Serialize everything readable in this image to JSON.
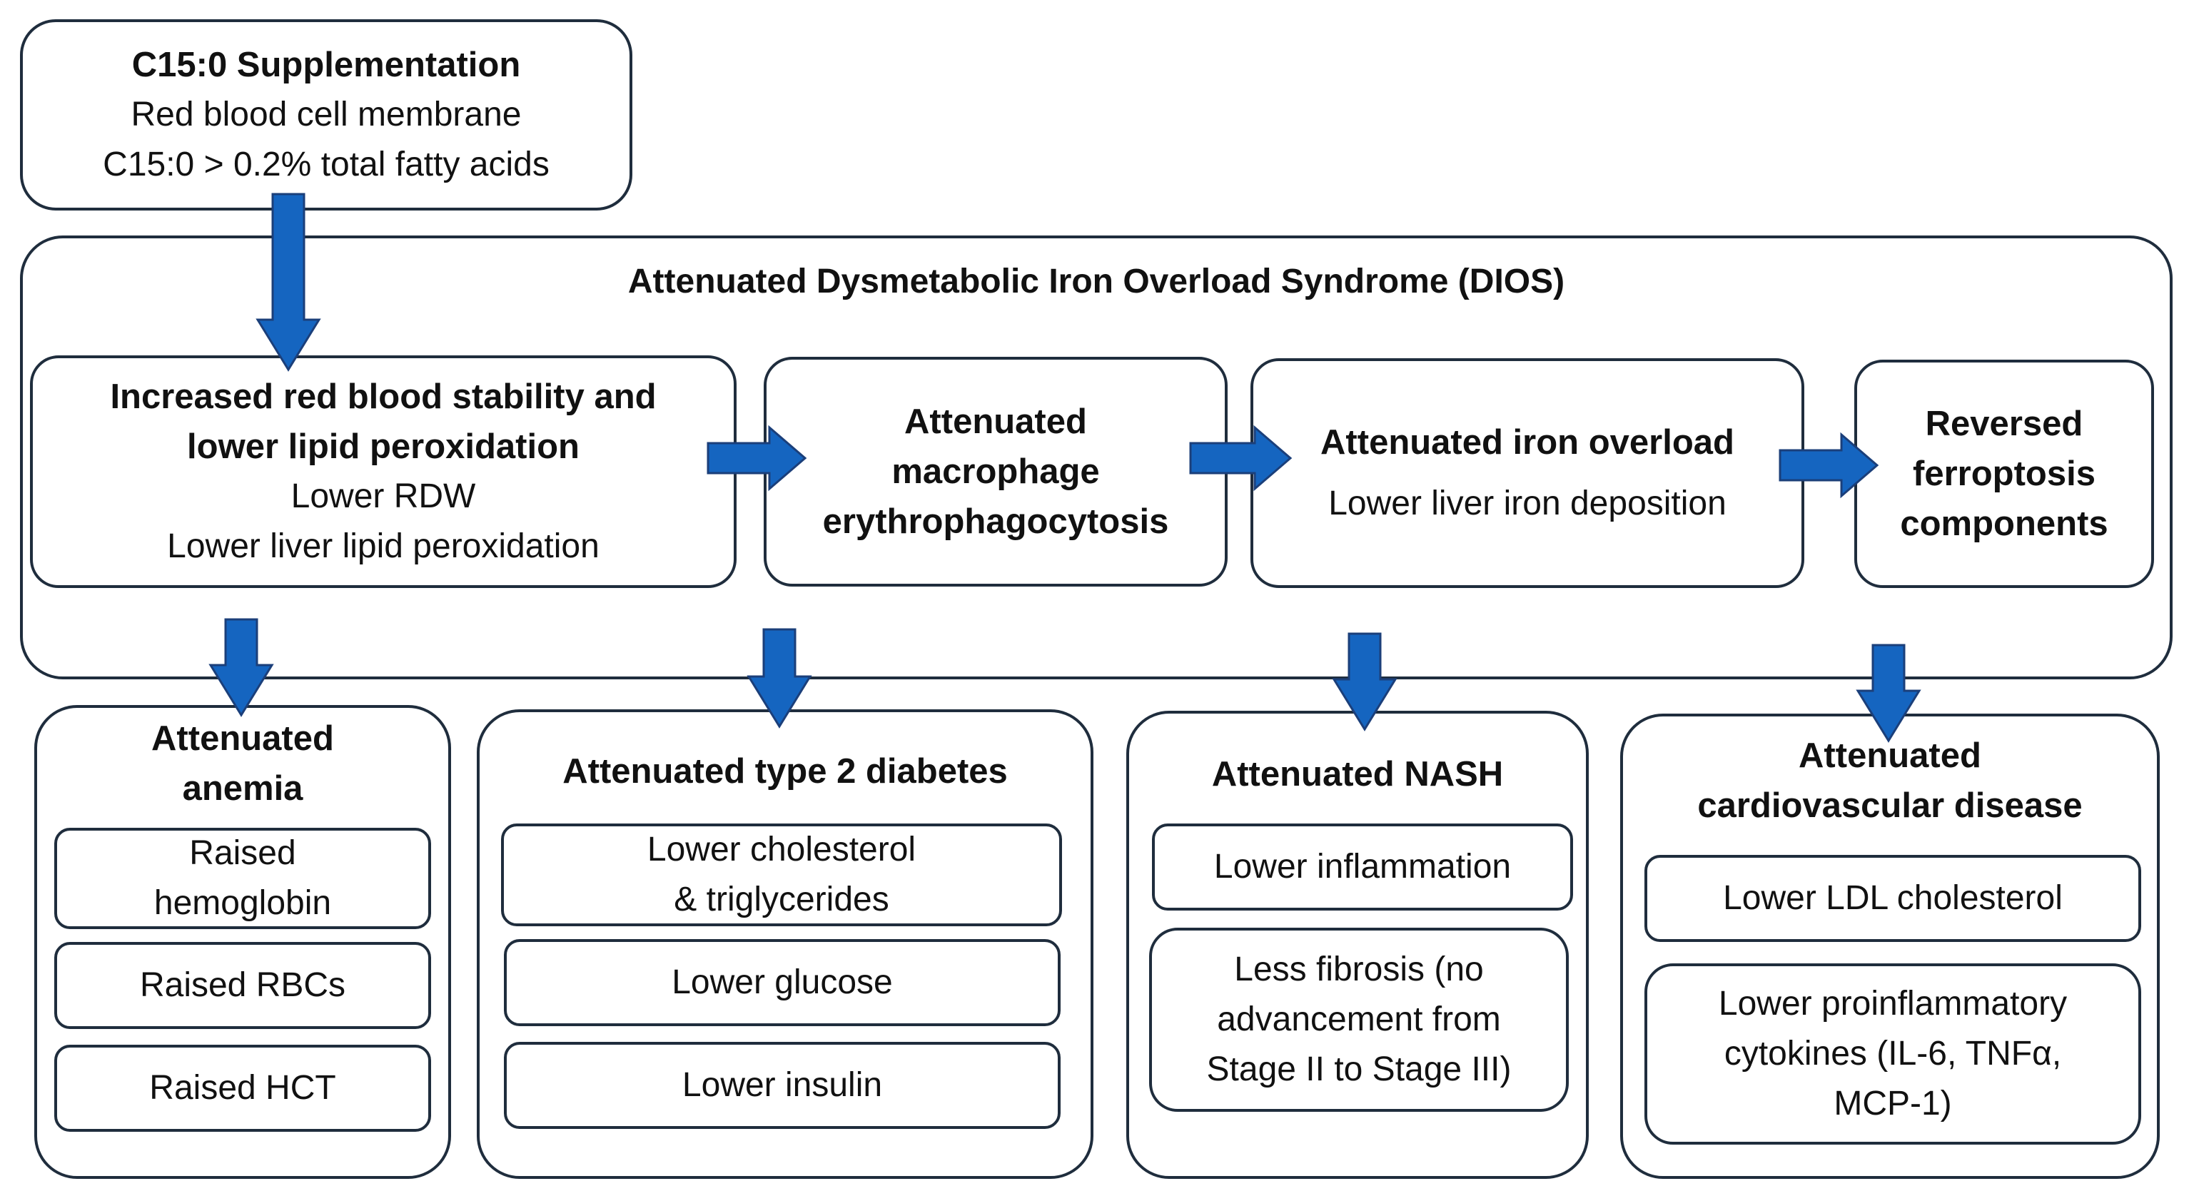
{
  "supplement": {
    "title": "C15:0 Supplementation",
    "line1": "Red blood cell membrane",
    "line2": "C15:0 > 0.2% total fatty acids"
  },
  "dios": {
    "title": "Attenuated Dysmetabolic Iron Overload Syndrome (DIOS)"
  },
  "steps": {
    "rbc": {
      "title1": "Increased red blood stability and",
      "title2": "lower lipid peroxidation",
      "line1": "Lower RDW",
      "line2": "Lower liver lipid peroxidation"
    },
    "macrophage": {
      "line1": "Attenuated",
      "line2": "macrophage",
      "line3": "erythrophagocytosis"
    },
    "iron": {
      "title": "Attenuated iron overload",
      "line1": "Lower liver iron deposition"
    },
    "ferroptosis": {
      "line1": "Reversed",
      "line2": "ferroptosis",
      "line3": "components"
    }
  },
  "outcomes": {
    "anemia": {
      "title1": "Attenuated",
      "title2": "anemia",
      "items": [
        {
          "line1": "Raised",
          "line2": "hemoglobin"
        },
        {
          "line1": "Raised RBCs"
        },
        {
          "line1": "Raised HCT"
        }
      ]
    },
    "diabetes": {
      "title": "Attenuated type 2 diabetes",
      "items": [
        {
          "line1": "Lower cholesterol",
          "line2": "& triglycerides"
        },
        {
          "line1": "Lower glucose"
        },
        {
          "line1": "Lower insulin"
        }
      ]
    },
    "nash": {
      "title": "Attenuated NASH",
      "items": [
        {
          "line1": "Lower inflammation"
        },
        {
          "line1": "Less fibrosis (no",
          "line2": "advancement from",
          "line3": "Stage II to Stage III)"
        }
      ]
    },
    "cvd": {
      "title1": "Attenuated",
      "title2": "cardiovascular disease",
      "items": [
        {
          "line1": "Lower LDL cholesterol"
        },
        {
          "line1": "Lower proinflammatory",
          "line2": "cytokines (IL-6, TNFα,",
          "line3": "MCP-1)"
        }
      ]
    }
  },
  "colors": {
    "arrow": "#1565c0",
    "arrow_outline": "#1b3f7a",
    "border": "#1f2d3d"
  }
}
